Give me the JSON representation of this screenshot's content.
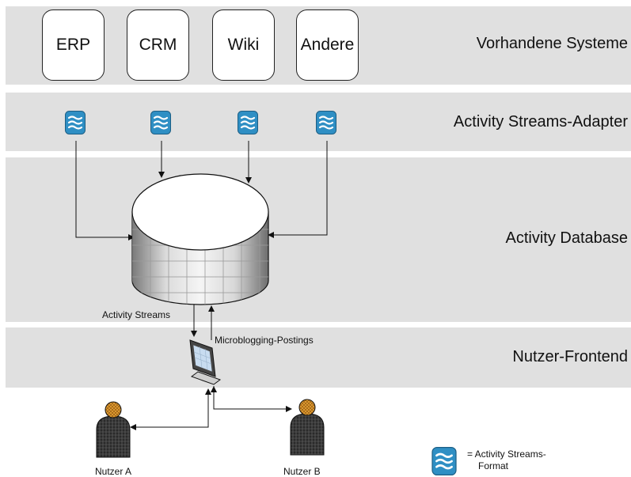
{
  "bands": {
    "systems": "Vorhandene Systeme",
    "adapter": "Activity Streams-Adapter",
    "database": "Activity Database",
    "frontend": "Nutzer-Frontend"
  },
  "systems": [
    "ERP",
    "CRM",
    "Wiki",
    "Andere"
  ],
  "flows": {
    "down": "Activity Streams",
    "up": "Microblogging-Postings"
  },
  "users": {
    "a": "Nutzer A",
    "b": "Nutzer B"
  },
  "legend": {
    "line1": "= Activity Streams-",
    "line2": "Format"
  },
  "icons": {
    "adapter": "activity-streams-icon",
    "database": "database-cylinder-icon",
    "monitor": "monitor-icon",
    "user": "user-icon"
  },
  "colors": {
    "band": "#e0e0e0",
    "adapter_blue": "#2f8fc4"
  }
}
